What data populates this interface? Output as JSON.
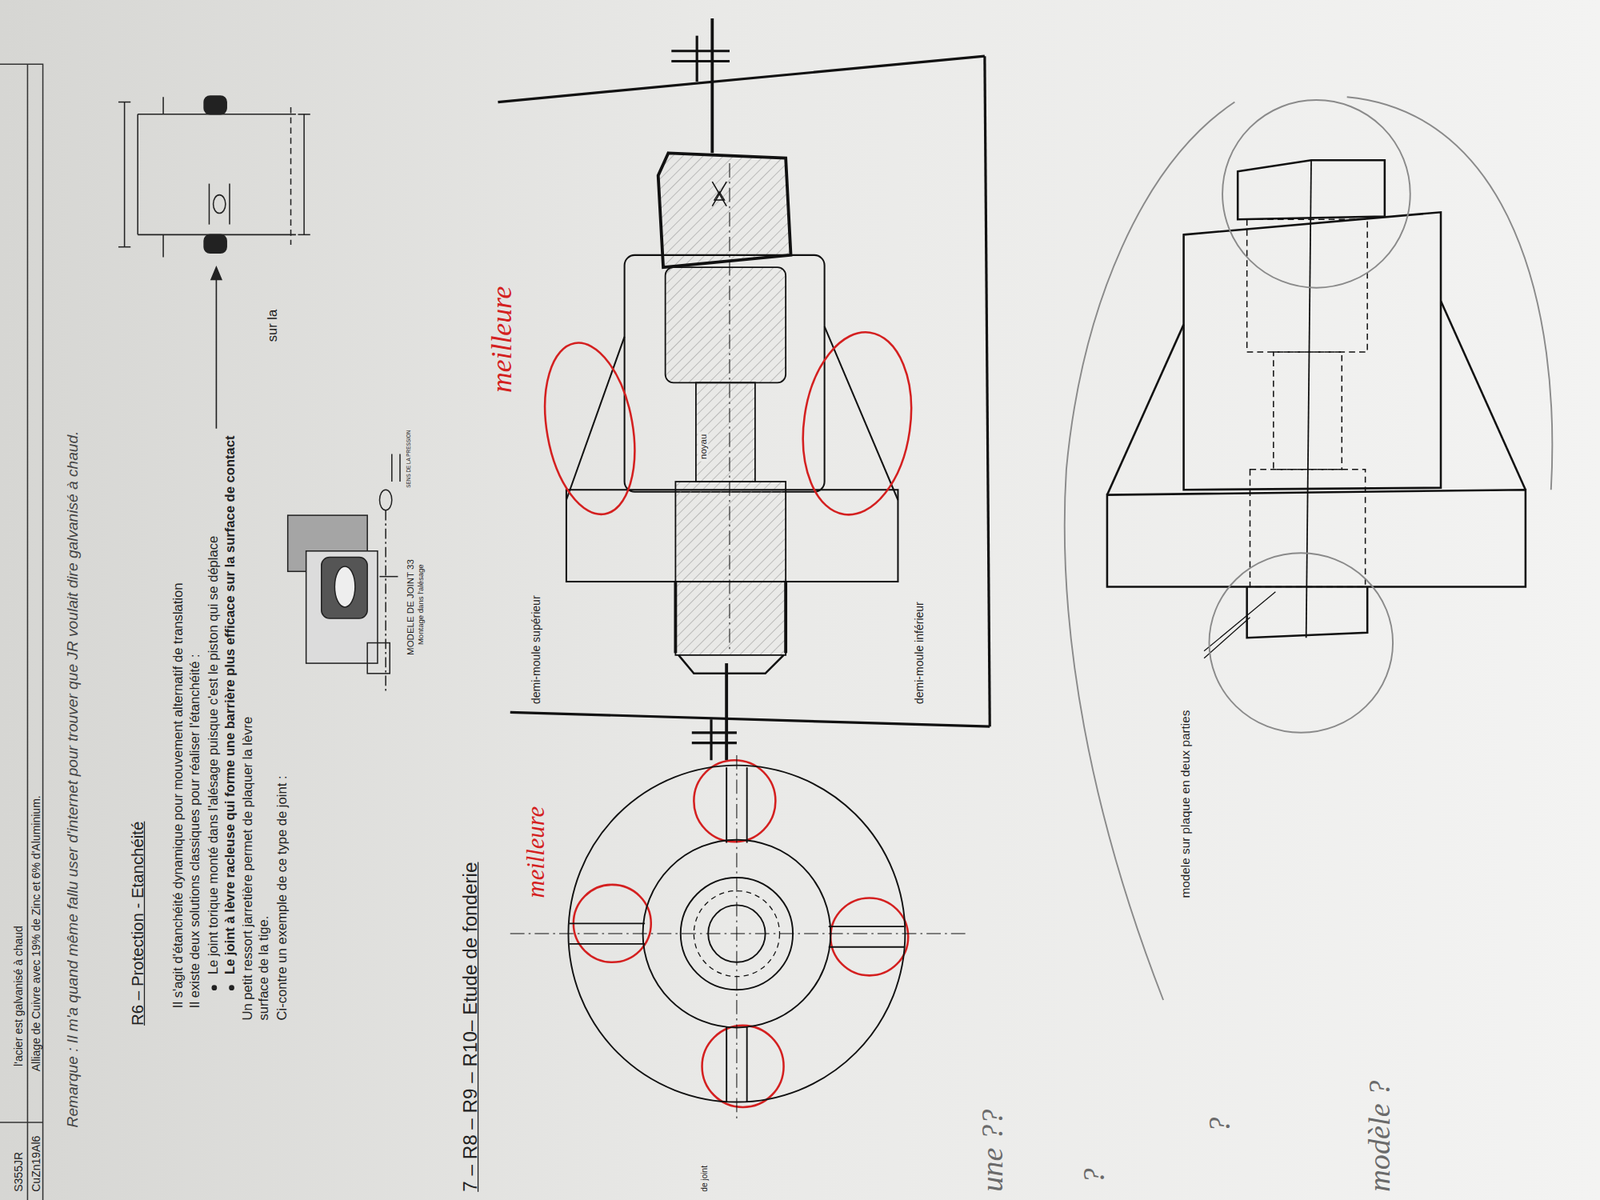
{
  "diagram": {
    "labels": [
      "S355JR",
      "l'acier est galvanisé à chaud",
      "CuZn19Al6",
      "Alliage de Cuivre avec 19% de Zinc et 6% d'Aluminium.",
      "Remarque : Il m'a quand même fallu user d'internet pour trouver que JR voulait dire galvanisé à chaud.",
      "R6 – Protection - Etanchéité",
      "Il s'agit d'étanchéité dynamique pour mouvement alternatif de translation",
      "Il existe deux solutions classiques pour réaliser l'étanchéité :",
      "Le joint torique monté dans l'alésage puisque c'est le piston qui se déplace",
      "Le joint à lèvre racleuse qui forme une barrière plus efficace sur la surface de contact",
      "sur la",
      "Un petit ressort jarretière permet de plaquer la lèvre",
      "surface de la tige.",
      "Ci-contre un exemple de ce type de joint :",
      "SENS DE LA PRESSION",
      "MODELE DE JOINT 33",
      "Montage dans l'alésage",
      "7 – R8 – R9 – R10– Etude de fonderie",
      "meilleure",
      "demi-moule supérieur",
      "noyau",
      "demi-moule inférieur",
      "meilleure",
      "de joint",
      "modele sur plaque en deux parties",
      "une ??",
      "?",
      "?",
      "modèle ?"
    ]
  }
}
